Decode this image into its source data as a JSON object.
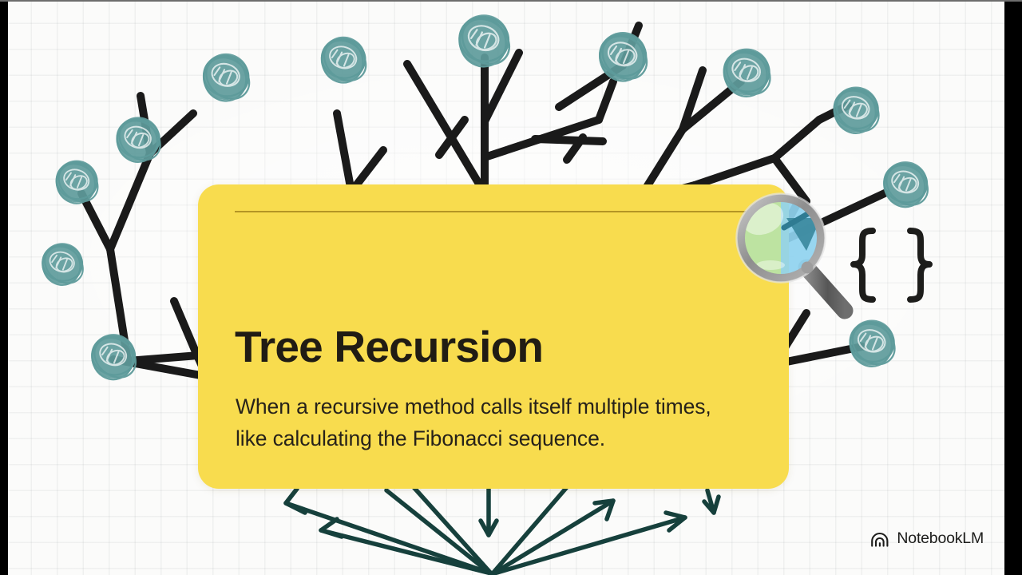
{
  "slide": {
    "background_color": "#fbfbfa",
    "grid": "faint-square-grid"
  },
  "card": {
    "background_color": "#f8dc4e",
    "rule_color": "#a8881f",
    "title": "Tree Recursion",
    "body": "When a recursive method calls itself multiple times, like calculating the Fibonacci sequence.",
    "title_color": "#201c14",
    "body_color": "#27221a"
  },
  "illustration": {
    "tree": {
      "branch_color": "#1a1a1a",
      "node_color": "#5e9b9b",
      "node_count": 14,
      "description": "hand-drawn recursion tree with scribbled circular nodes at branch tips"
    },
    "arrows": {
      "color": "#16403c",
      "count": 8,
      "description": "fan of arrows radiating outward from a single point at the bottom center"
    },
    "magnifier": {
      "rim_color": "#9c9c9c",
      "lens_color": "#b7e3a8",
      "lens_over_white_color": "#8fd2ef",
      "handle_color": "#5a5a5a",
      "inner_mark_color": "#3d8ba0",
      "label": "magnifying-glass"
    },
    "braces": {
      "text": "{ }",
      "color": "#1d1d1b"
    }
  },
  "brand": {
    "name": "NotebookLM",
    "logo": "notebooklm-arc-logo",
    "color": "#1d1d1b"
  }
}
